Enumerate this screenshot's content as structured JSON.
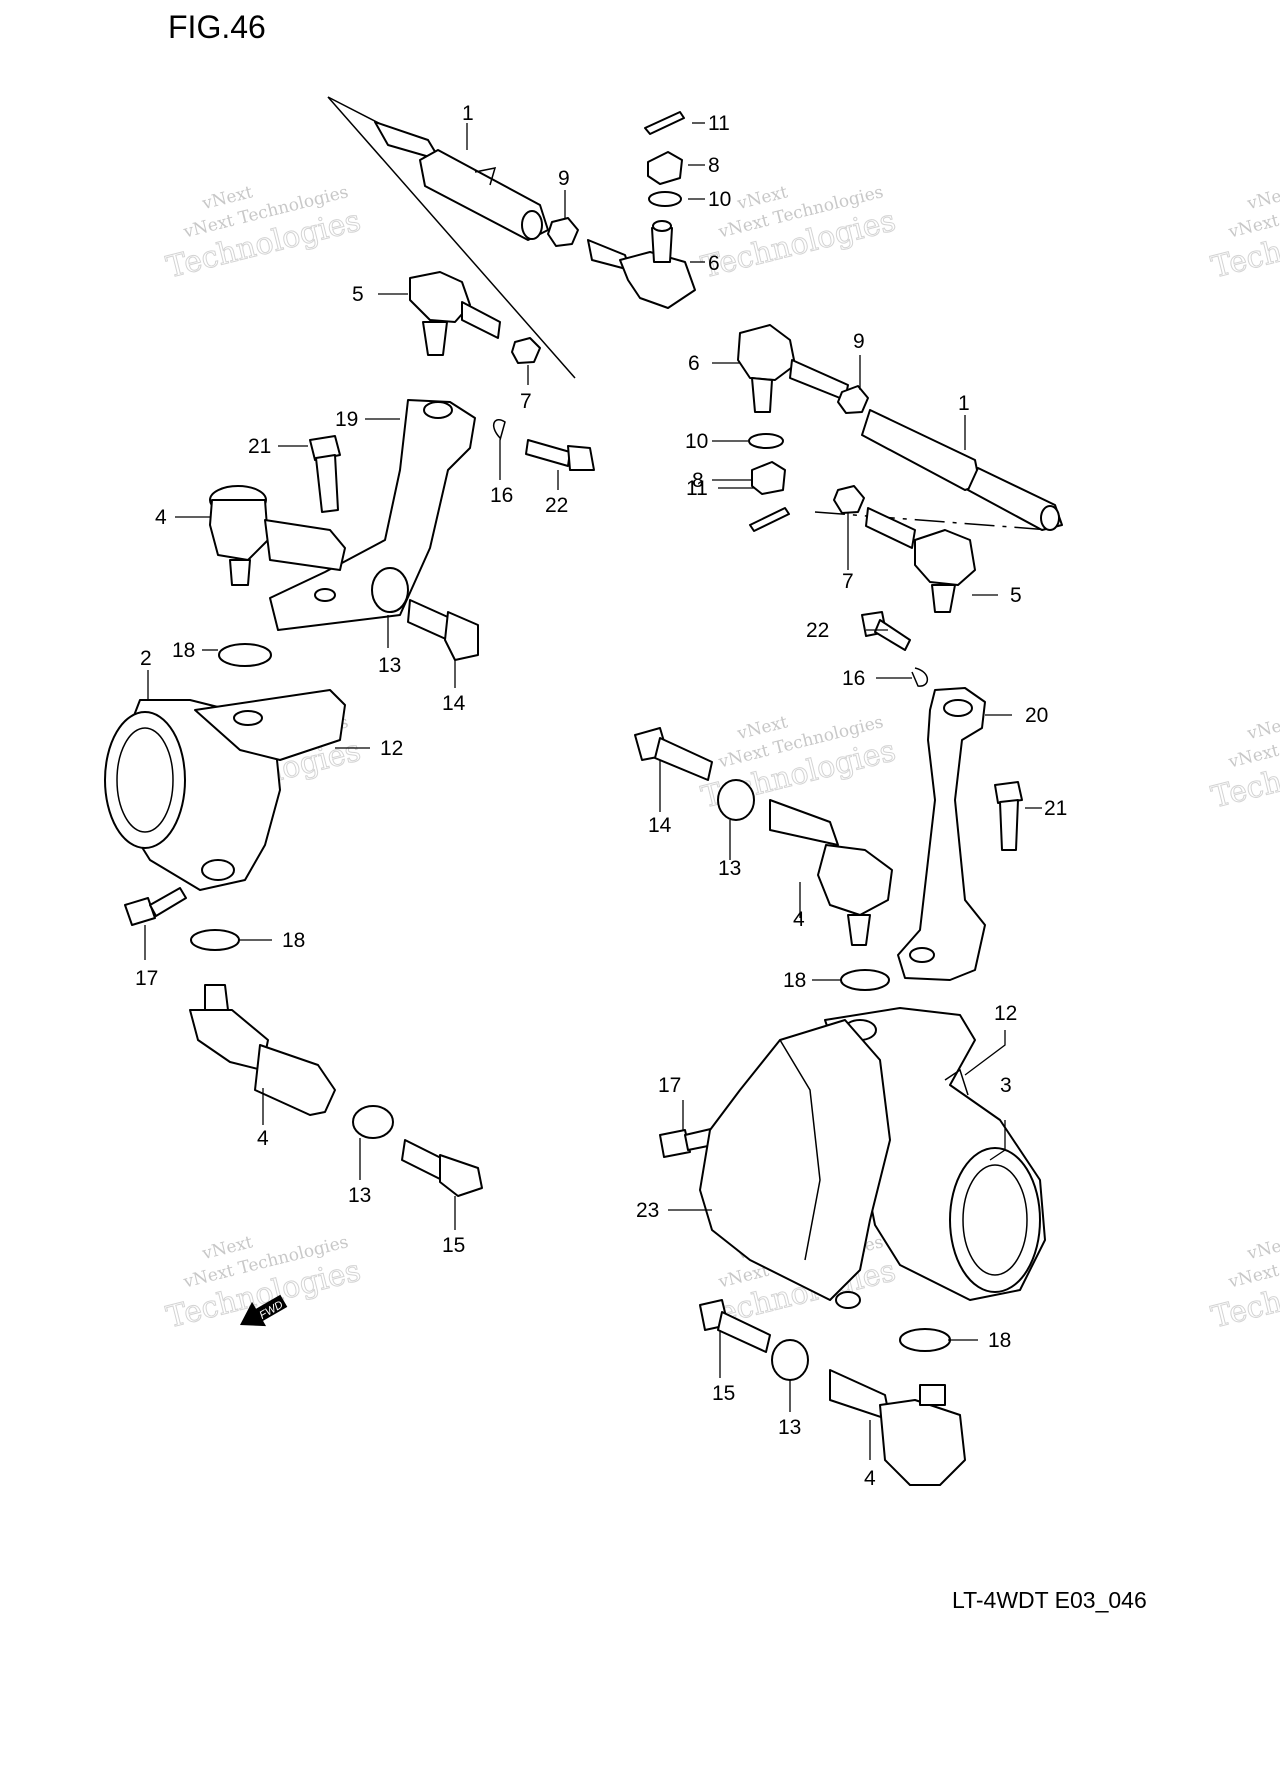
{
  "figure_title": "FIG.46",
  "diagram_code": "LT-4WDT E03_046",
  "watermark": {
    "line1": "vNext",
    "line2": "vNext Technologies",
    "line3": "Technologies"
  },
  "fwd_label": "FWD",
  "callouts": [
    {
      "id": "c1a",
      "text": "1"
    },
    {
      "id": "c11a",
      "text": "11"
    },
    {
      "id": "c8a",
      "text": "8"
    },
    {
      "id": "c9a",
      "text": "9"
    },
    {
      "id": "c10a",
      "text": "10"
    },
    {
      "id": "c6a",
      "text": "6"
    },
    {
      "id": "c5a",
      "text": "5"
    },
    {
      "id": "c7a",
      "text": "7"
    },
    {
      "id": "c19",
      "text": "19"
    },
    {
      "id": "c21a",
      "text": "21"
    },
    {
      "id": "c16a",
      "text": "16"
    },
    {
      "id": "c22a",
      "text": "22"
    },
    {
      "id": "c4a",
      "text": "4"
    },
    {
      "id": "c18a",
      "text": "18"
    },
    {
      "id": "c2",
      "text": "2"
    },
    {
      "id": "c13a",
      "text": "13"
    },
    {
      "id": "c14a",
      "text": "14"
    },
    {
      "id": "c12a",
      "text": "12"
    },
    {
      "id": "c17a",
      "text": "17"
    },
    {
      "id": "c18b",
      "text": "18"
    },
    {
      "id": "c4b",
      "text": "4"
    },
    {
      "id": "c13b",
      "text": "13"
    },
    {
      "id": "c15a",
      "text": "15"
    },
    {
      "id": "c9b",
      "text": "9"
    },
    {
      "id": "c6b",
      "text": "6"
    },
    {
      "id": "c1b",
      "text": "1"
    },
    {
      "id": "c10b",
      "text": "10"
    },
    {
      "id": "c8b",
      "text": "8"
    },
    {
      "id": "c11b",
      "text": "11"
    },
    {
      "id": "c7b",
      "text": "7"
    },
    {
      "id": "c5b",
      "text": "5"
    },
    {
      "id": "c22b",
      "text": "22"
    },
    {
      "id": "c16b",
      "text": "16"
    },
    {
      "id": "c20",
      "text": "20"
    },
    {
      "id": "c14b",
      "text": "14"
    },
    {
      "id": "c13c",
      "text": "13"
    },
    {
      "id": "c21b",
      "text": "21"
    },
    {
      "id": "c4c",
      "text": "4"
    },
    {
      "id": "c18c",
      "text": "18"
    },
    {
      "id": "c12b",
      "text": "12"
    },
    {
      "id": "c17b",
      "text": "17"
    },
    {
      "id": "c3",
      "text": "3"
    },
    {
      "id": "c23",
      "text": "23"
    },
    {
      "id": "c18d",
      "text": "18"
    },
    {
      "id": "c15b",
      "text": "15"
    },
    {
      "id": "c13d",
      "text": "13"
    },
    {
      "id": "c4d",
      "text": "4"
    }
  ]
}
